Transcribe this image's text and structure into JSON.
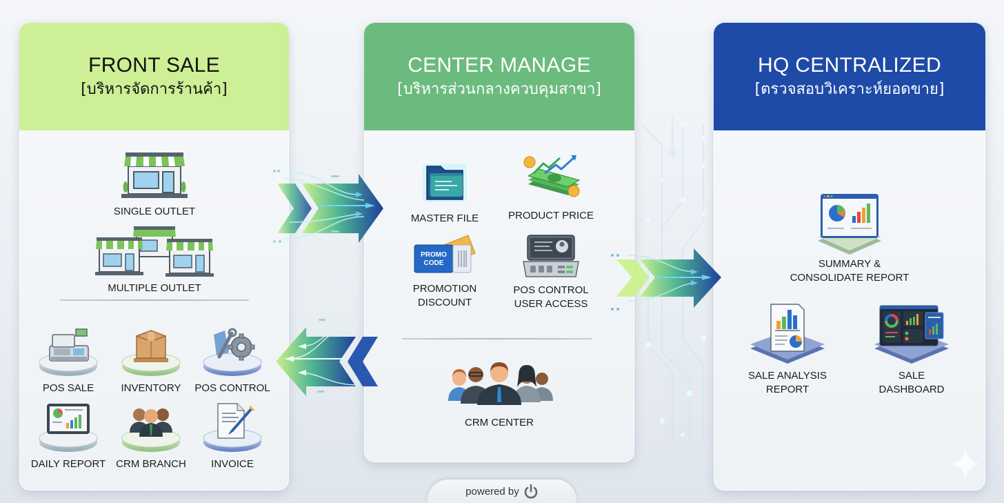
{
  "panels": {
    "front_sale": {
      "title": "FRONT SALE",
      "subtitle": "[บริหารจัดการร้านค้า]",
      "color": "#cdef95",
      "outlets": [
        {
          "label": "SINGLE OUTLET",
          "icon": "storefront-icon"
        },
        {
          "label": "MULTIPLE OUTLET",
          "icon": "multiple-storefronts-icon"
        }
      ],
      "modules": [
        {
          "label": "POS SALE",
          "icon": "cash-register-icon"
        },
        {
          "label": "INVENTORY",
          "icon": "package-box-icon"
        },
        {
          "label": "POS CONTROL",
          "icon": "wrench-gear-icon"
        },
        {
          "label": "DAILY REPORT",
          "icon": "tablet-chart-icon"
        },
        {
          "label": "CRM BRANCH",
          "icon": "people-group-icon"
        },
        {
          "label": "INVOICE",
          "icon": "document-pen-icon"
        }
      ]
    },
    "center_manage": {
      "title": "CENTER MANAGE",
      "subtitle": "[บริหารส่วนกลางควบคุมสาขา]",
      "color": "#6cbb7e",
      "modules": [
        {
          "label": "MASTER FILE",
          "icon": "folder-icon"
        },
        {
          "label": "PRODUCT PRICE",
          "icon": "money-trend-icon"
        },
        {
          "label_line1": "PROMOTION",
          "label_line2": "DISCOUNT",
          "icon": "promo-ticket-icon",
          "ticket_text1": "PROMO",
          "ticket_text2": "CODE"
        },
        {
          "label_line1": "POS CONTROL",
          "label_line2": "USER ACCESS",
          "icon": "pos-terminal-icon"
        }
      ],
      "crm": {
        "label": "CRM CENTER",
        "icon": "crm-team-icon"
      }
    },
    "hq_centralized": {
      "title": "HQ CENTRALIZED",
      "subtitle": "[ตรวจสอบวิเคราะห์ยอดขาย]",
      "color": "#1e4aa8",
      "modules": [
        {
          "label_line1": "SUMMARY &",
          "label_line2": "CONSOLIDATE REPORT",
          "icon": "report-window-icon"
        },
        {
          "label_line1": "SALE ANALYSIS",
          "label_line2": "REPORT",
          "icon": "analysis-document-icon"
        },
        {
          "label_line1": "SALE",
          "label_line2": "DASHBOARD",
          "icon": "dashboard-screen-icon"
        }
      ]
    }
  },
  "flows": [
    {
      "from": "front_sale",
      "to": "center_manage",
      "direction": "right"
    },
    {
      "from": "center_manage",
      "to": "front_sale",
      "direction": "left"
    },
    {
      "from": "center_manage",
      "to": "hq_centralized",
      "direction": "right"
    }
  ],
  "footer": {
    "text": "powered by",
    "icon": "power-icon"
  },
  "colors": {
    "green": "#9be07a",
    "blue": "#1f3f9e",
    "accent_cyan": "#7fe3f5"
  }
}
